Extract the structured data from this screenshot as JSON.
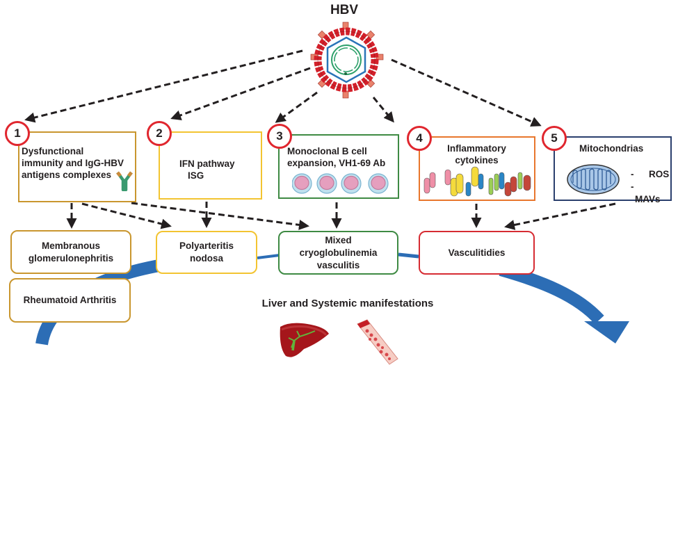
{
  "title": "HBV",
  "colors": {
    "box1": "#c9962e",
    "box2": "#f3c431",
    "box3": "#3e8a43",
    "box4": "#e8762c",
    "box5": "#2a3f6d",
    "vasculitidies": "#d62b32",
    "number_circle": "#e0262e",
    "flow_arrow": "#2c6db5",
    "arrow_dash": "#231f20"
  },
  "mechanisms": [
    {
      "number": "1",
      "lines": [
        "Dysfunctional",
        "immunity and IgG-HBV",
        "antigens complexes"
      ],
      "icon": "antibody-icon"
    },
    {
      "number": "2",
      "lines": [
        "IFN pathway",
        "ISG"
      ]
    },
    {
      "number": "3",
      "lines": [
        "Monoclonal B cell",
        "expansion, VH1-69 Ab"
      ],
      "icon": "b-cell-icon"
    },
    {
      "number": "4",
      "lines": [
        "Inflammatory",
        "cytokines"
      ],
      "icon": "cytokine-icon"
    },
    {
      "number": "5",
      "title": "Mitochondrias",
      "items": [
        "ROS",
        "MAVs"
      ],
      "icon": "mitochondria-icon"
    }
  ],
  "manifestations": {
    "membranous": [
      "Membranous",
      "glomerulonephritis"
    ],
    "rheumatoid": [
      "Rheumatoid Arthritis"
    ],
    "polyarteritis": [
      "Polyarteritis",
      "nodosa"
    ],
    "mixed": [
      "Mixed",
      "cryoglobulinemia",
      "vasculitis"
    ],
    "vasculitidies": [
      "Vasculitidies"
    ]
  },
  "bottom_label": "Liver and Systemic manifestations",
  "bottom_icons": [
    "liver-icon",
    "blood-vessel-icon"
  ]
}
